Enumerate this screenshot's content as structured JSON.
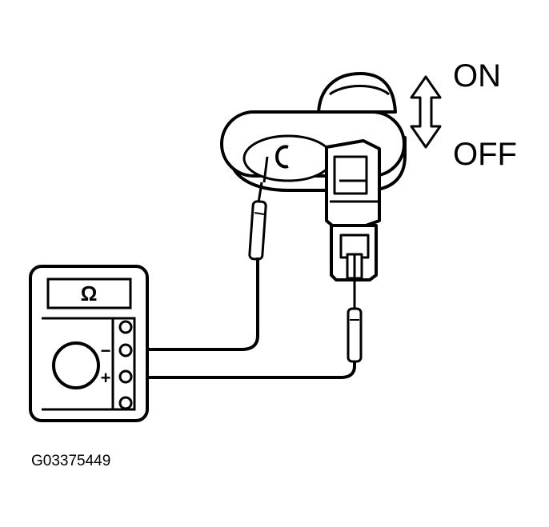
{
  "switch_positions": {
    "on_label": "ON",
    "off_label": "OFF"
  },
  "meter": {
    "display_symbol": "Ω",
    "negative_terminal": "−",
    "positive_terminal": "+"
  },
  "figure_id": "G03375449",
  "colors": {
    "ink": "#000000",
    "paper": "#ffffff"
  }
}
